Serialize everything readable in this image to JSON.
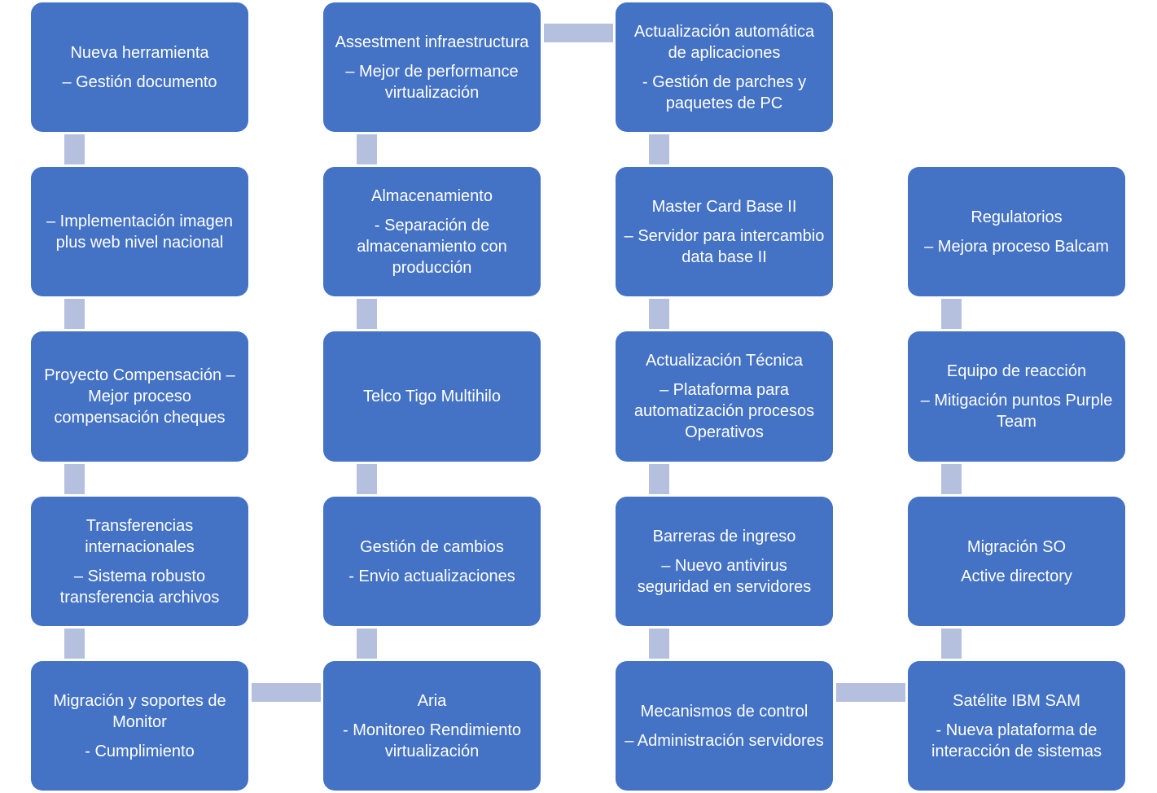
{
  "diagram": {
    "box_color": "#4472c4",
    "connector_color": "#b4c0de",
    "text_color": "#ffffff",
    "nodes": {
      "c1r1": [
        "Nueva herramienta",
        "– Gestión documento"
      ],
      "c1r2": [
        "– Implementación imagen plus web nivel nacional"
      ],
      "c1r3": [
        "Proyecto Compensación – Mejor proceso compensación cheques"
      ],
      "c1r4": [
        "Transferencias internacionales",
        "– Sistema robusto transferencia archivos"
      ],
      "c1r5": [
        "Migración y soportes de Monitor",
        "- Cumplimiento"
      ],
      "c2r1": [
        "Assestment infraestructura",
        "– Mejor de performance virtualización"
      ],
      "c2r2": [
        "Almacenamiento",
        "- Separación de almacenamiento con producción"
      ],
      "c2r3": [
        "Telco Tigo Multihilo"
      ],
      "c2r4": [
        "Gestión de cambios",
        "- Envio actualizaciones"
      ],
      "c2r5": [
        "Aria",
        "- Monitoreo Rendimiento virtualización"
      ],
      "c3r1": [
        "Actualización automática de aplicaciones",
        "- Gestión de parches y paquetes de PC"
      ],
      "c3r2": [
        "Master Card Base II",
        "– Servidor para intercambio data base II"
      ],
      "c3r3": [
        "Actualización Técnica",
        "– Plataforma para automatización procesos Operativos"
      ],
      "c3r4": [
        "Barreras de ingreso",
        "– Nuevo antivirus seguridad en servidores"
      ],
      "c3r5": [
        "Mecanismos de control",
        "– Administración servidores"
      ],
      "c4r2": [
        "Regulatorios",
        "– Mejora proceso Balcam"
      ],
      "c4r3": [
        "Equipo de reacción",
        "– Mitigación puntos Purple Team"
      ],
      "c4r4": [
        "Migración SO",
        "Active directory"
      ],
      "c4r5": [
        "Satélite IBM SAM",
        "- Nueva plataforma de interacción de sistemas"
      ]
    }
  }
}
